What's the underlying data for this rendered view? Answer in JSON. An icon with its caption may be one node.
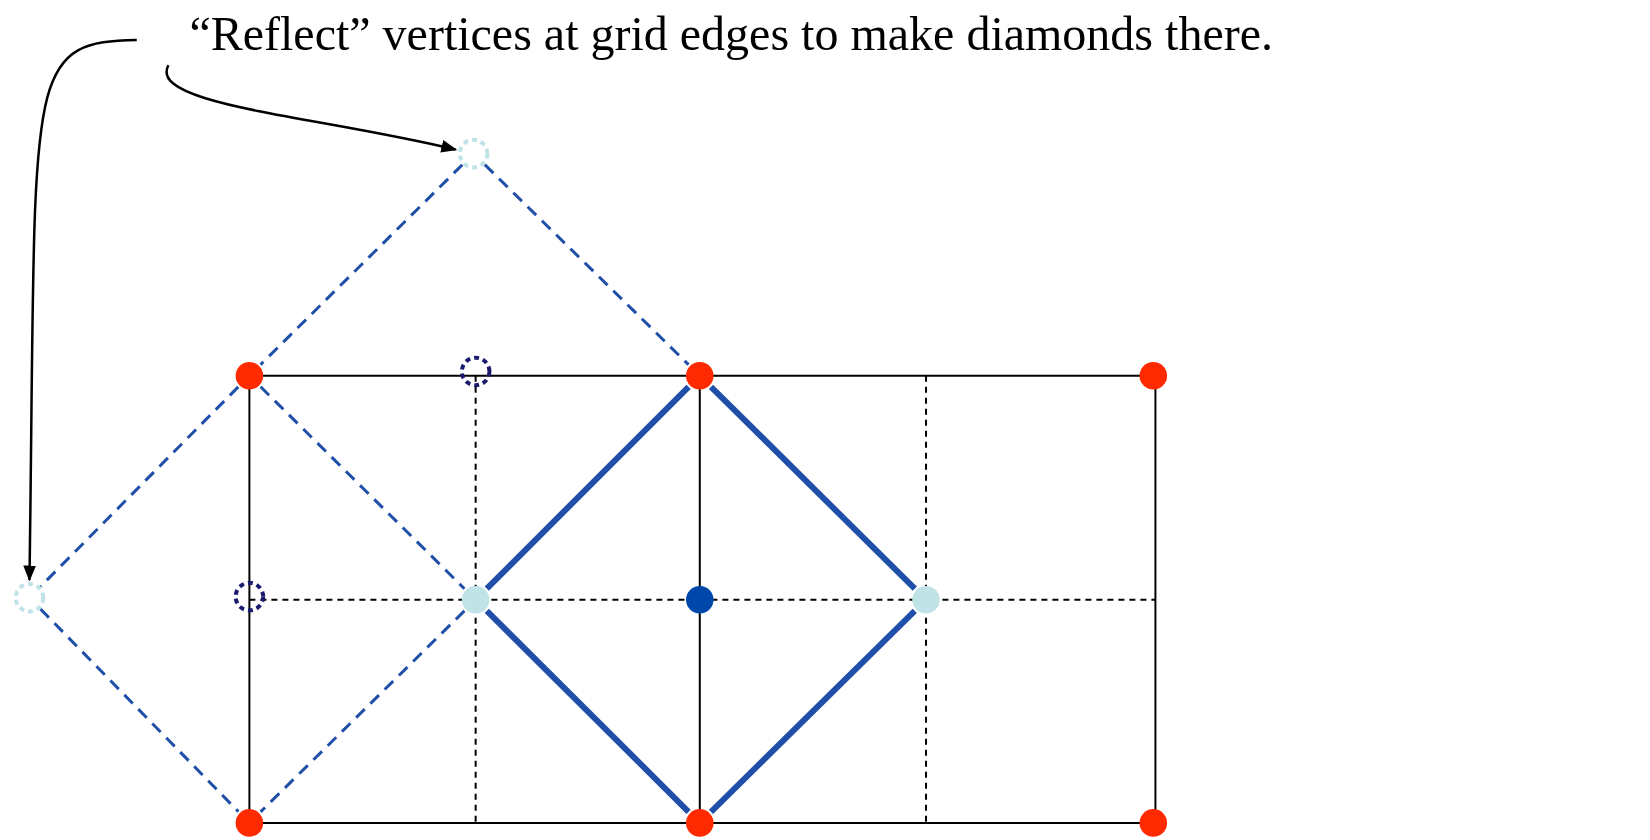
{
  "diagram": {
    "nodes": [
      {
        "text": [
          "“Reflect” vertices at grid edges to make diamonds there."
        ]
      },
      {
        "text": [],
        "shape": "circle"
      },
      {
        "text": [],
        "shape": "circle"
      },
      {
        "text": [],
        "shape": "circle"
      },
      {
        "text": [],
        "shape": "circle"
      },
      {
        "text": [],
        "shape": "circle"
      },
      {
        "text": [],
        "shape": "circle"
      },
      {
        "text": [],
        "shape": "circle"
      },
      {
        "text": [],
        "shape": "circle"
      },
      {
        "text": [],
        "shape": "circle"
      },
      {
        "text": [],
        "shape": "circle"
      },
      {
        "text": [],
        "shape": "circle"
      },
      {
        "text": [],
        "shape": "circle"
      },
      {
        "text": [],
        "shape": "circle"
      }
    ],
    "edges": [
      {
        "from": 0,
        "to": 1,
        "arrow": "to",
        "color": "#000000"
      },
      {
        "from": 0,
        "to": 6,
        "arrow": "to",
        "color": "#000000"
      },
      {
        "from": 1,
        "to": 4,
        "arrow": "none",
        "style": "dashed"
      },
      {
        "from": 1,
        "to": 2,
        "arrow": "none",
        "style": "dashed"
      },
      {
        "from": 2,
        "to": 6,
        "arrow": "none",
        "style": "dashed"
      },
      {
        "from": 2,
        "to": 8,
        "arrow": "none",
        "style": "dashed"
      },
      {
        "from": 6,
        "to": 11,
        "arrow": "none",
        "style": "dashed"
      },
      {
        "from": 8,
        "to": 11,
        "arrow": "none",
        "style": "dashed"
      },
      {
        "from": 8,
        "to": 4,
        "arrow": "none",
        "style": "thick"
      },
      {
        "from": 4,
        "to": 10,
        "arrow": "none",
        "style": "thick"
      },
      {
        "from": 10,
        "to": 12,
        "arrow": "none",
        "style": "thick"
      },
      {
        "from": 12,
        "to": 8,
        "arrow": "none",
        "style": "thick"
      }
    ]
  }
}
